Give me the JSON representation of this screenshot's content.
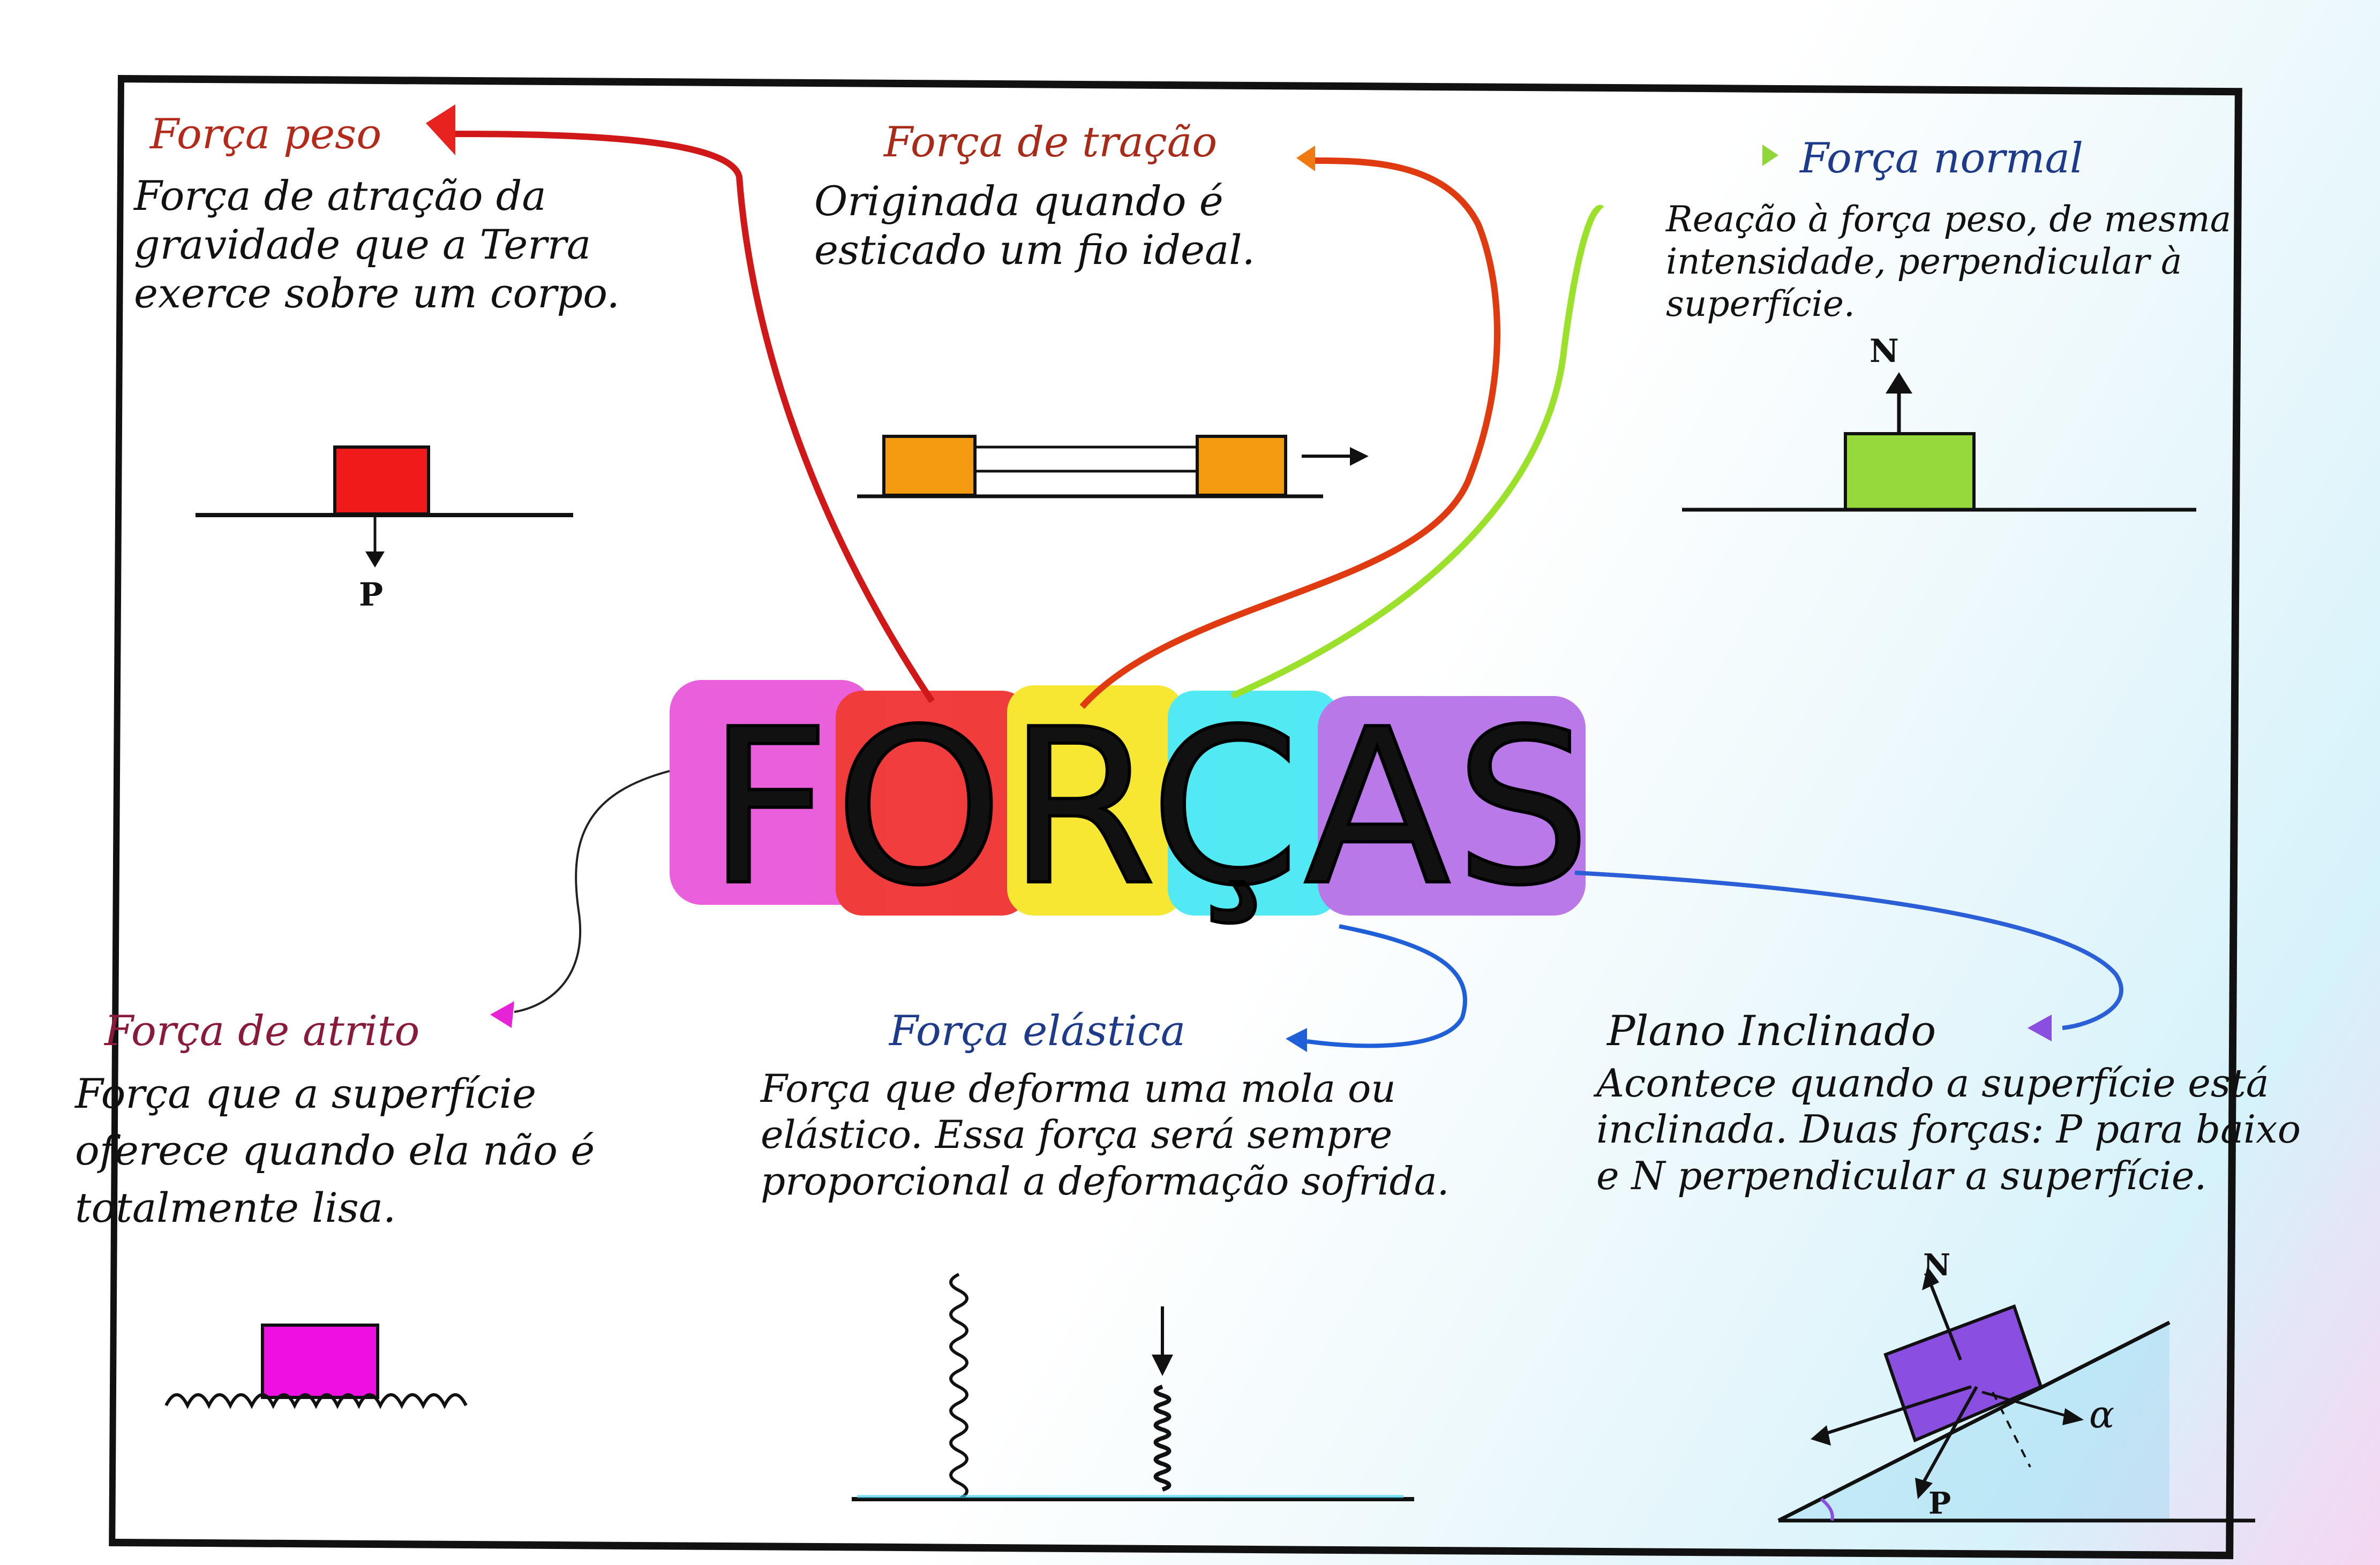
{
  "center": {
    "title": "FORÇAS"
  },
  "sections": {
    "peso": {
      "title": "Força peso",
      "text": "Força de atração da gravidade que a Terra exerce sobre um corpo.",
      "label_p": "P",
      "color": "#e8231f"
    },
    "tracao": {
      "title": "Força de tração",
      "text": "Originada quando é esticado um fio ideal.",
      "color": "#f07a10"
    },
    "normal": {
      "title": "Força normal",
      "text": "Reação à força peso, de mesma intensidade, perpendicular à superfície.",
      "label_n": "N",
      "color": "#8fd63a"
    },
    "atrito": {
      "title": "Força de atrito",
      "text": "Força que a superfície oferece quando ela não é totalmente lisa.",
      "color": "#e623d6"
    },
    "elastica": {
      "title": "Força elástica",
      "text": "Força que deforma uma mola ou elástico. Essa força será sempre proporcional a deformação sofrida.",
      "color": "#1f5fd8"
    },
    "inclinado": {
      "title": "Plano Inclinado",
      "text": "Acontece quando a superfície está inclinada. Duas forças: P para baixo e N perpendicular a superfície.",
      "label_n": "N",
      "label_p": "P",
      "label_alpha": "α",
      "color": "#8a4fe0"
    }
  }
}
